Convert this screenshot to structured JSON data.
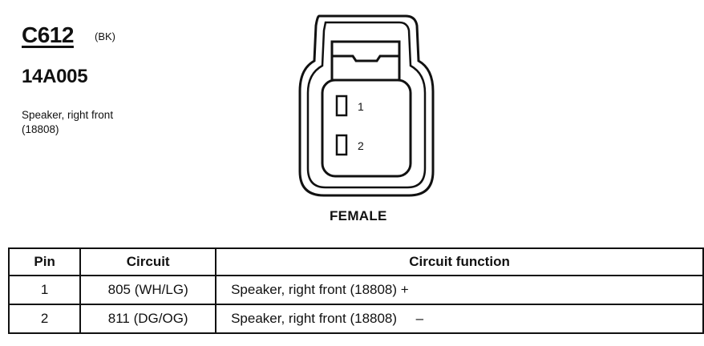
{
  "connector": {
    "id": "C612",
    "color_code": "(BK)",
    "part_number": "14A005",
    "description": "Speaker, right front (18808)"
  },
  "diagram": {
    "view_label": "FEMALE",
    "pins": [
      {
        "label": "1"
      },
      {
        "label": "2"
      }
    ]
  },
  "table": {
    "headers": [
      "Pin",
      "Circuit",
      "Circuit function"
    ],
    "rows": [
      {
        "pin": "1",
        "circuit": "805 (WH/LG)",
        "function": "Speaker, right front (18808) +"
      },
      {
        "pin": "2",
        "circuit": "811 (DG/OG)",
        "function": "Speaker, right front (18808)     –"
      }
    ]
  }
}
